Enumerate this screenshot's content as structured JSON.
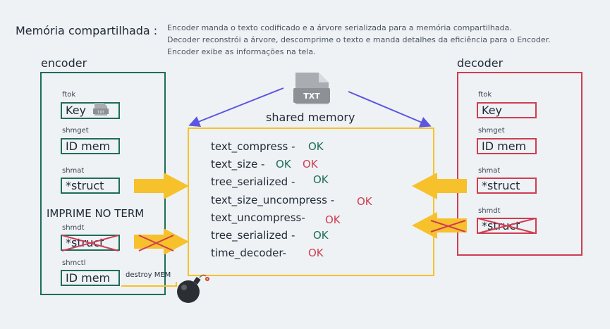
{
  "header": {
    "title": "Memória compartilhada :",
    "lines": [
      "Encoder manda o texto codificado e a árvore serializada para a memória compartilhada.",
      "Decoder reconstrói a árvore, descomprime o texto e manda detalhes da eficiência para o Encoder.",
      "Encoder exibe as informações na tela."
    ]
  },
  "encoder": {
    "title": "encoder",
    "items": [
      {
        "label": "ftok",
        "value": "Key"
      },
      {
        "label": "shmget",
        "value": "ID mem"
      },
      {
        "label": "shmat",
        "value": "*struct"
      },
      {
        "label": "shmdt",
        "value": "*struct"
      },
      {
        "label": "shmctl",
        "value": "ID mem"
      }
    ],
    "print_note": "IMPRIME NO TERM",
    "destroy_label": "destroy MEM",
    "file_icon_text": "TXT"
  },
  "decoder": {
    "title": "decoder",
    "items": [
      {
        "label": "ftok",
        "value": "Key"
      },
      {
        "label": "shmget",
        "value": "ID mem"
      },
      {
        "label": "shmat",
        "value": "*struct"
      },
      {
        "label": "shmdt",
        "value": "*struct"
      }
    ]
  },
  "shared_memory": {
    "title": "shared memory",
    "file_icon_text": "TXT",
    "rows": [
      {
        "field": "text_compress -",
        "status": [
          "OK"
        ]
      },
      {
        "field": "text_size -",
        "status": [
          "OK",
          "OK"
        ]
      },
      {
        "field": "tree_serialized -",
        "status": [
          "OK"
        ]
      },
      {
        "field": "text_size_uncompress -",
        "status": [
          "OK"
        ]
      },
      {
        "field": "text_uncompress-",
        "status": [
          "OK"
        ]
      },
      {
        "field": "tree_serialized -",
        "status": [
          "OK"
        ]
      },
      {
        "field": "time_decoder-",
        "status": [
          "OK"
        ]
      }
    ]
  },
  "colors": {
    "encoder": "#1d6e5a",
    "decoder": "#cf3d52",
    "shared": "#f6c12b",
    "arrow": "#5b57e0",
    "ok_green": "#1d6e5a",
    "ok_red": "#cf3d52"
  }
}
